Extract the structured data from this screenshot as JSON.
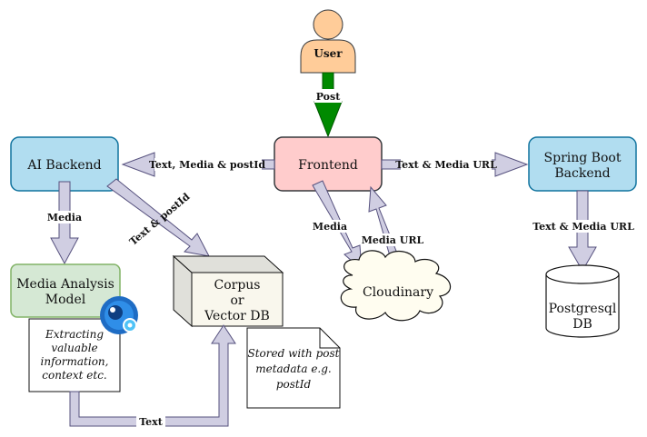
{
  "nodes": {
    "user": "User",
    "frontend": "Frontend",
    "ai_backend": "AI Backend",
    "spring_backend": [
      "Spring Boot",
      "Backend"
    ],
    "media_model": [
      "Media Analysis",
      "Model"
    ],
    "corpus": [
      "Corpus",
      "or",
      "Vector DB"
    ],
    "cloudinary": "Cloudinary",
    "postgres": [
      "Postgresql",
      "DB"
    ]
  },
  "edges": {
    "post": "Post",
    "frontend_to_ai": "Text, Media & postId",
    "frontend_to_spring": "Text & Media URL",
    "ai_to_model": "Media",
    "ai_to_corpus": "Text & postId",
    "frontend_to_cloud": "Media",
    "cloud_to_frontend": "Media URL",
    "spring_to_pg": "Text & Media URL",
    "model_to_corpus": "Text"
  },
  "notes": {
    "model_note": [
      "Extracting",
      "valuable",
      "information,",
      "context etc."
    ],
    "corpus_note": [
      "Stored with post",
      "metadata e.g.",
      "postId"
    ]
  },
  "colors": {
    "user_fill": "#FFCC99",
    "frontend_fill": "#FFCCCC",
    "backend_fill": "#B1DDF0",
    "model_fill": "#D5E8D4",
    "cloud_fill": "#FFFDF0",
    "arrow_fill": "#D0CEE2",
    "post_arrow": "#008A00"
  }
}
